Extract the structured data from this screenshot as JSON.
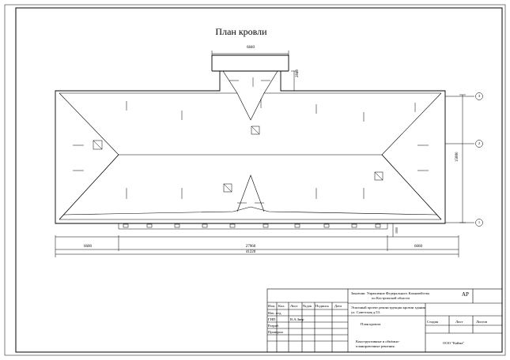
{
  "drawing": {
    "title": "План кровли",
    "dimensions": {
      "top_width": "6840",
      "top_height": "2840",
      "total_height": "15880",
      "left_segment": "6600",
      "middle_segment": "27960",
      "right_segment": "6660",
      "overall_width": "41220",
      "right_small": "1000"
    },
    "axis_labels": [
      "3",
      "2",
      "1"
    ]
  },
  "title_block": {
    "customer": "Заказчик: Управление Федерального Казначейства",
    "customer_line2": "по Костромской области",
    "project": "Эскизный проект реконструкции кровли здания",
    "project_line2": "ул. Советская д.53.",
    "sheet_name": "План кровли.",
    "section_title": "Конструктивные и объёмно-",
    "section_title2": "планировочные решения.",
    "mark": "АР",
    "company": "ООО \"Кайма\"",
    "col_headers": [
      "Изм.",
      "Кол.",
      "Лист",
      "№док",
      "Подпись",
      "Дата"
    ],
    "rows": [
      "Нач. отд.",
      "ГИП",
      "Разраб.",
      "Проверил"
    ],
    "gip_name": "В.А.Звер",
    "stage_labels": [
      "Стадия",
      "Лист",
      "Листов"
    ]
  }
}
